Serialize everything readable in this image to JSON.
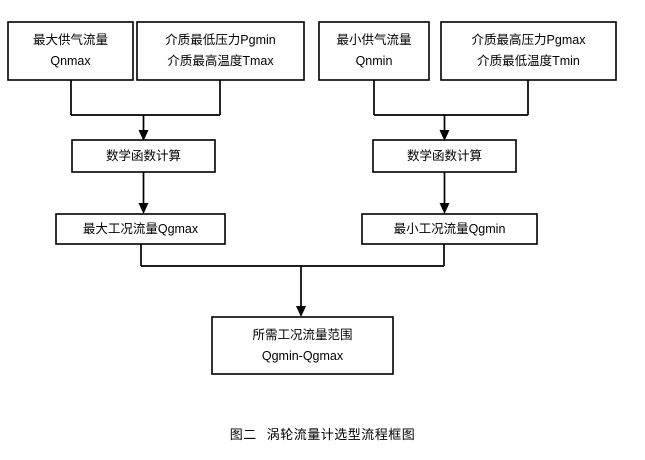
{
  "figure": {
    "caption_number": "图二",
    "caption_text": "涡轮流量计选型流程框图",
    "type": "flowchart",
    "orientation": "top-to-bottom",
    "line_color": "#000000",
    "box_fill": "#ffffff"
  },
  "nodes": {
    "max_supply_flow": {
      "line1": "最大供气流量",
      "line2": "Qnmax"
    },
    "min_pressure_max_temp": {
      "line1": "介质最低压力Pgmin",
      "line2": "介质最高温度Tmax"
    },
    "min_supply_flow": {
      "line1": "最小供气流量",
      "line2": "Qnmin"
    },
    "max_pressure_min_temp": {
      "line1": "介质最高压力Pgmax",
      "line2": "介质最低温度Tmin"
    },
    "math_calc_left": {
      "line1": "数学函数计算",
      "line2": ""
    },
    "math_calc_right": {
      "line1": "数学函数计算",
      "line2": ""
    },
    "working_flow_max": {
      "line1": "最大工况流量Qgmax",
      "line2": ""
    },
    "working_flow_min": {
      "line1": "最小工况流量Qgmin",
      "line2": ""
    },
    "required_flow_range": {
      "line1": "所需工况流量范围",
      "line2": "Qgmin-Qgmax"
    }
  },
  "edges": [
    {
      "from": "max_supply_flow",
      "to": "math_calc_left",
      "style": "elbow-merge"
    },
    {
      "from": "min_pressure_max_temp",
      "to": "math_calc_left",
      "style": "elbow-merge"
    },
    {
      "from": "min_supply_flow",
      "to": "math_calc_right",
      "style": "elbow-merge"
    },
    {
      "from": "max_pressure_min_temp",
      "to": "math_calc_right",
      "style": "elbow-merge"
    },
    {
      "from": "math_calc_left",
      "to": "working_flow_max",
      "style": "straight-arrow"
    },
    {
      "from": "math_calc_right",
      "to": "working_flow_min",
      "style": "straight-arrow"
    },
    {
      "from": "working_flow_max",
      "to": "required_flow_range",
      "style": "elbow-merge"
    },
    {
      "from": "working_flow_min",
      "to": "required_flow_range",
      "style": "elbow-merge"
    }
  ]
}
